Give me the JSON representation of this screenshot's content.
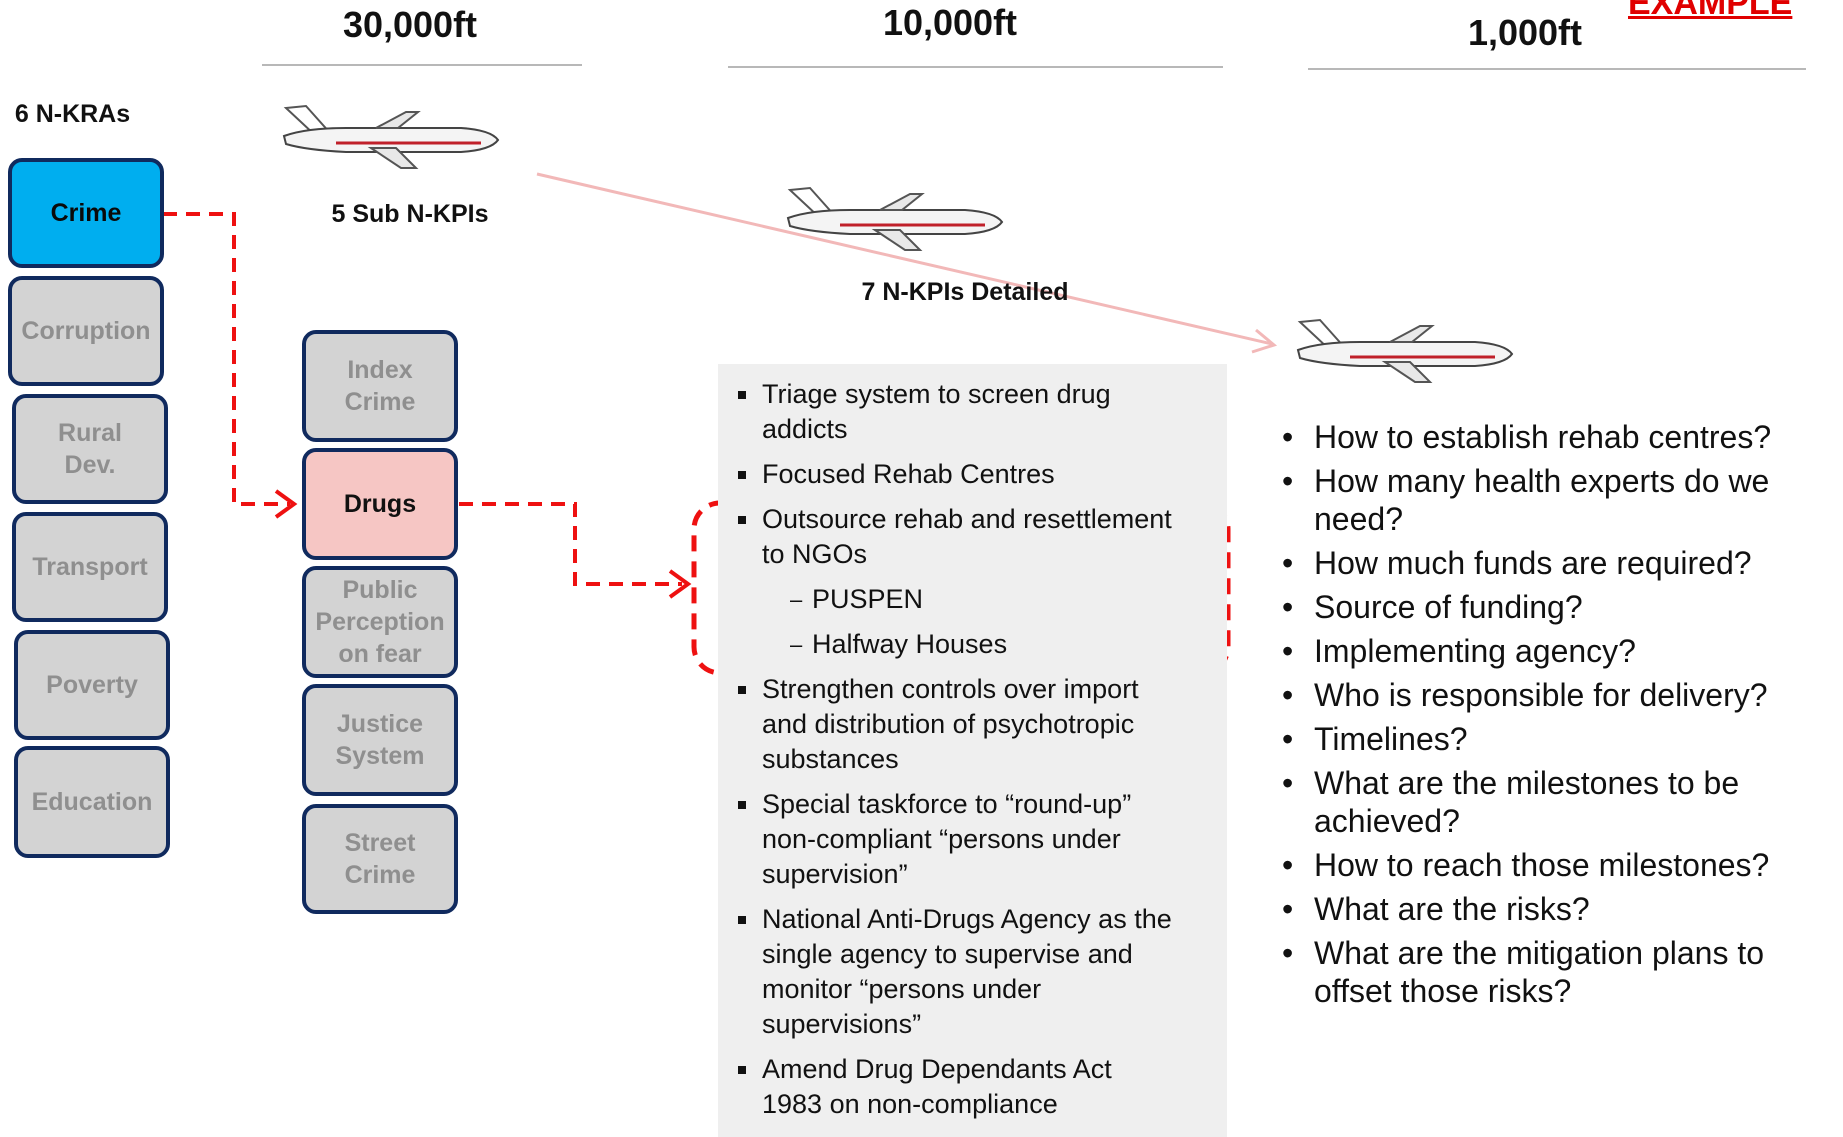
{
  "headers": {
    "h30k": "30,000ft",
    "h10k": "10,000ft",
    "h1k": "1,000ft",
    "example": "EXAMPLE"
  },
  "labels": {
    "nkras": "6 N-KRAs",
    "sub_nkpis": "5 Sub N-KPIs",
    "nkpis_detailed": "7 N-KPIs Detailed"
  },
  "kras": [
    "Crime",
    "Corruption",
    "Rural Dev.",
    "Transport",
    "Poverty",
    "Education"
  ],
  "sub_kpis": [
    "Index Crime",
    "Drugs",
    "Public Perception on fear",
    "Justice System",
    "Street Crime"
  ],
  "kpi_items": {
    "i0": "Triage system to screen drug addicts",
    "i1": "Focused Rehab Centres",
    "i2": "Outsource rehab and resettlement to NGOs",
    "i2a": "PUSPEN",
    "i2b": "Halfway Houses",
    "i3": "Strengthen controls over import and distribution of psychotropic substances",
    "i4": "Special taskforce to “round-up” non-compliant “persons under supervision”",
    "i5": "National Anti-Drugs Agency as the single agency to supervise and monitor “persons under supervisions”",
    "i6": "Amend Drug Dependants Act 1983 on non-compliance"
  },
  "questions": [
    "How to establish rehab centres?",
    "How many health experts do we need?",
    "How much funds are required?",
    "Source of funding?",
    "Implementing agency?",
    "Who is responsible for delivery?",
    "Timelines?",
    "What are the milestones to be achieved?",
    "How to reach those milestones?",
    "What are the risks?",
    "What are the mitigation plans to offset those risks?"
  ],
  "icons": {
    "plane": "airplane-icon"
  },
  "colors": {
    "active": "#00aeef",
    "drugs": "#f6c6c4",
    "inactive": "#d3d3d3",
    "border": "#102a5e",
    "dash": "#ee1111"
  }
}
